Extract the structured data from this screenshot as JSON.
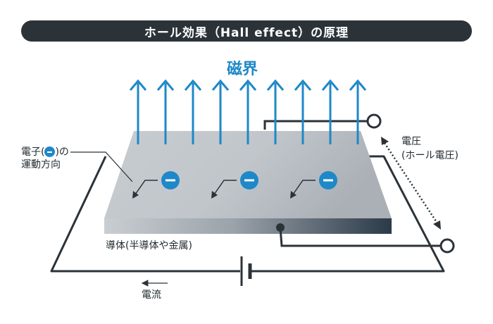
{
  "title": "ホール効果（Hall effect）の原理",
  "labels": {
    "magnetic_field": "磁界",
    "electron_pre": "電子(",
    "electron_post": ")の",
    "electron_line2": "運動方向",
    "voltage_line1": "電圧",
    "voltage_line2": "(ホール電圧)",
    "conductor": "導体(半導体や金属)",
    "current": "電流"
  },
  "colors": {
    "accent": "#1e88c8",
    "dark": "#2b3339"
  },
  "field_arrow_count": 9,
  "electron_count": 3
}
